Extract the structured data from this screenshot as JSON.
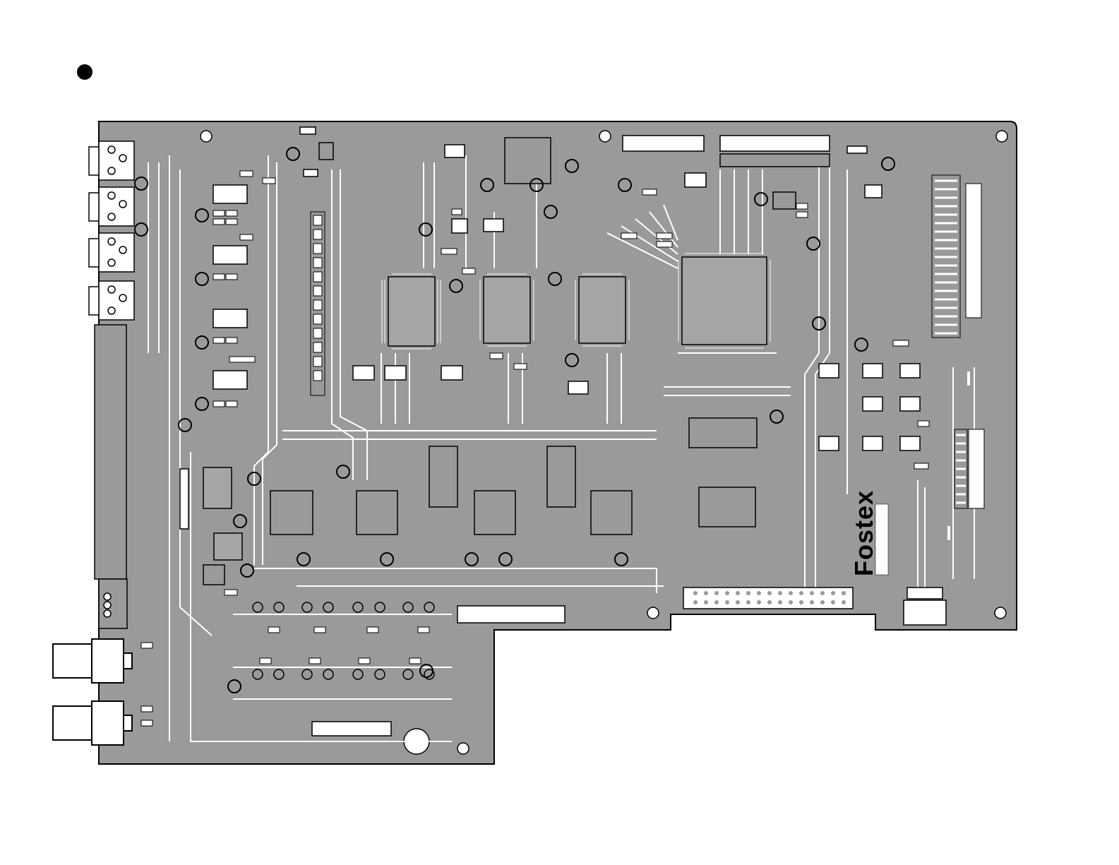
{
  "diagram": {
    "kind": "pcb-component-side-view",
    "brand_logo": "Fostex",
    "colors": {
      "board": "#9a9a9a",
      "trace": "#ffffff",
      "outline": "#000000",
      "component": "#ffffff",
      "page": "#ffffff"
    },
    "marker_icon": "filled-circle-bullet",
    "connector_icons": [
      "rca-jack",
      "xlr-jack",
      "ribbon-header",
      "dc-jack"
    ]
  }
}
